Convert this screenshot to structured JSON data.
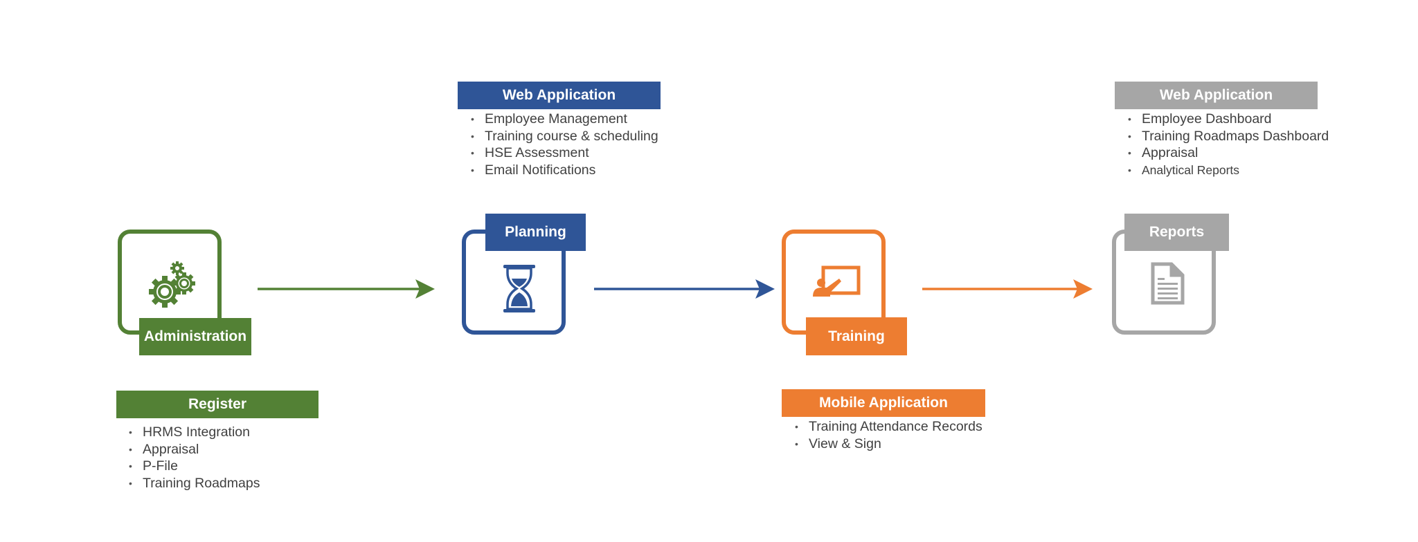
{
  "colors": {
    "green": "#538135",
    "blue": "#2F5597",
    "orange": "#ED7D31",
    "gray": "#A6A6A6",
    "text": "#404040"
  },
  "stages": [
    {
      "id": "administration",
      "label": "Administration",
      "icon": "gears-icon",
      "color": "#538135",
      "section": {
        "title": "Register",
        "items": [
          "HRMS Integration",
          "Appraisal",
          "P-File",
          "Training Roadmaps"
        ]
      }
    },
    {
      "id": "planning",
      "label": "Planning",
      "icon": "hourglass-icon",
      "color": "#2F5597",
      "section": {
        "title": "Web Application",
        "items": [
          "Employee Management",
          "Training course & scheduling",
          "HSE Assessment",
          "Email Notifications"
        ]
      }
    },
    {
      "id": "training",
      "label": "Training",
      "icon": "presenter-board-icon",
      "color": "#ED7D31",
      "section": {
        "title": "Mobile Application",
        "items": [
          "Training Attendance Records",
          "View & Sign"
        ]
      }
    },
    {
      "id": "reports",
      "label": "Reports",
      "icon": "document-icon",
      "color": "#A6A6A6",
      "section": {
        "title": "Web Application",
        "items": [
          "Employee Dashboard",
          "Training Roadmaps Dashboard",
          "Appraisal",
          "Analytical Reports"
        ]
      }
    }
  ],
  "arrows": [
    {
      "from": "administration",
      "to": "planning",
      "color": "#538135"
    },
    {
      "from": "planning",
      "to": "training",
      "color": "#2F5597"
    },
    {
      "from": "training",
      "to": "reports",
      "color": "#ED7D31"
    }
  ]
}
